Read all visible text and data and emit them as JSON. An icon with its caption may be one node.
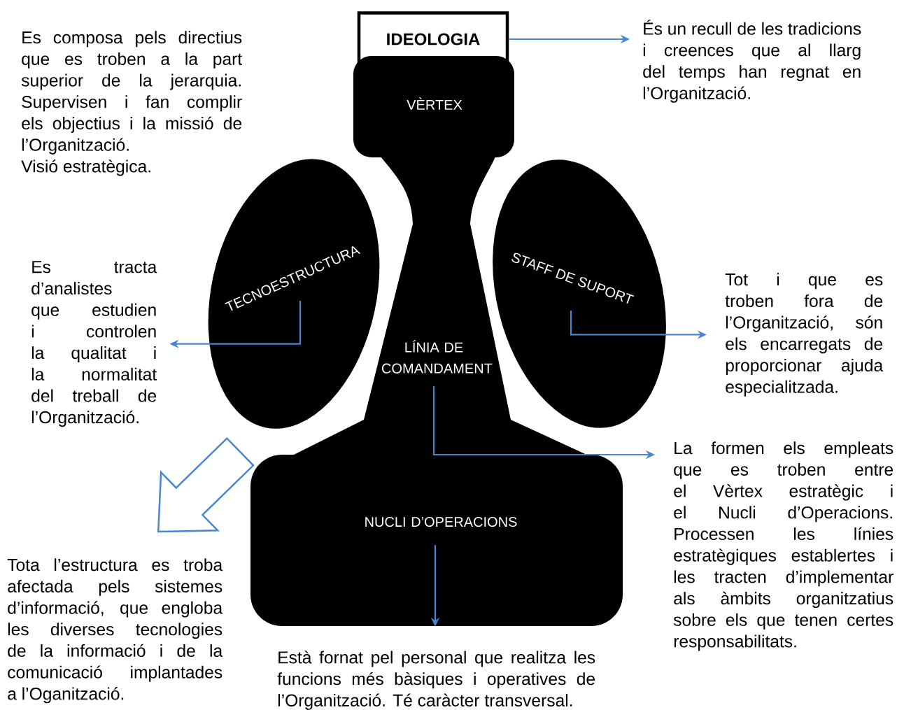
{
  "diagram": {
    "nodes": [
      {
        "text": [
          "IDEOLOGIA"
        ]
      },
      {
        "text": [
          "VÈRTEX"
        ]
      },
      {
        "text": [
          "TECNOESTRUCTURA"
        ]
      },
      {
        "text": [
          "STAFF DE SUPORT"
        ]
      },
      {
        "text": [
          "LÍNIA DE COMANDAMENT"
        ]
      },
      {
        "text": [
          "NUCLI D’OPERACIONS"
        ]
      },
      {
        "text": [
          "És un recull de les tradicions i creences que al llarg del temps han regnat en l’Organització."
        ]
      },
      {
        "text": [
          "Es tracta d’analistes que estudien i controlen la qualitat i la normalitat del treball de l’Organització."
        ]
      },
      {
        "text": [
          "Tot i que es troben fora de l’Organització, són els encarregats de proporcionar ajuda especialitzada."
        ]
      },
      {
        "text": [
          "La formen els empleats que es troben entre el Vèrtex estratègic i el Nucli d’Operacions. Processen les línies estratègiques establertes i les tracten d’implementar als àmbits organitzatius sobre els que tenen certes responsabilitats."
        ]
      },
      {
        "text": [
          "Està fornat pel personal que realitza les funcions més bàsiques i operatives de l’Organització. Té caràcter transversal."
        ]
      },
      {
        "text": [
          "Tota l’estructura es troba afectada pels sistemes d’informació, que engloba les diverses tecnologies de la informació i de la comunicació implantades a l’Oganització."
        ]
      }
    ],
    "edges": [
      {
        "from": 0,
        "to": 6,
        "arrow": "to"
      },
      {
        "from": 2,
        "to": 7,
        "arrow": "to"
      },
      {
        "from": 3,
        "to": 8,
        "arrow": "to"
      },
      {
        "from": 4,
        "to": 9,
        "arrow": "to"
      },
      {
        "from": 5,
        "to": 10,
        "arrow": "to"
      },
      {
        "from": null,
        "to": 11,
        "arrow": "to",
        "style": "thick"
      }
    ],
    "labels": [
      "Es composa pels directius que es troben a la part superior de la jerarquia. Supervisen i fan complir els objectius i la missió de l’Organització.",
      "Visió estratègica."
    ]
  }
}
